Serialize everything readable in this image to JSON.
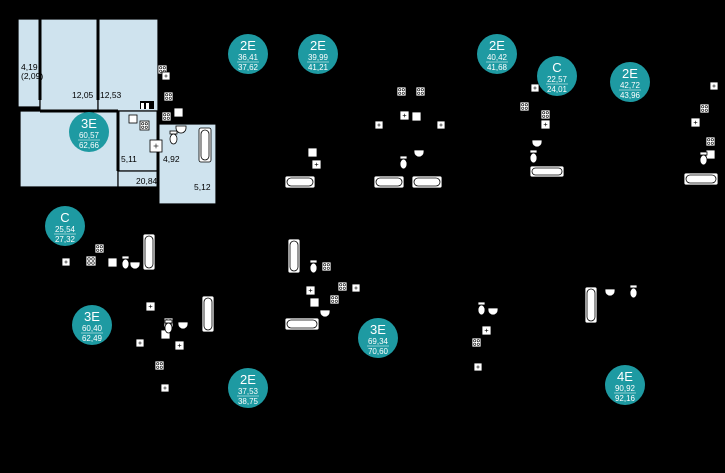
{
  "selected_unit": {
    "type": "3E",
    "area_living": "60,57",
    "area_total": "62,66",
    "rooms": [
      {
        "label": "4,19\n(2,09)"
      },
      {
        "label": "12,05"
      },
      {
        "label": "12,53"
      },
      {
        "label": "5,11"
      },
      {
        "label": "4,92"
      },
      {
        "label": "20,84"
      },
      {
        "label": "5,12"
      }
    ]
  },
  "units": [
    {
      "type": "2E",
      "a1": "36,41",
      "a2": "37,62"
    },
    {
      "type": "2E",
      "a1": "39,99",
      "a2": "41,21"
    },
    {
      "type": "2E",
      "a1": "40,42",
      "a2": "41,68"
    },
    {
      "type": "C",
      "a1": "22,57",
      "a2": "24,01"
    },
    {
      "type": "2E",
      "a1": "42,72",
      "a2": "43,96"
    },
    {
      "type": "C",
      "a1": "25,54",
      "a2": "27,32"
    },
    {
      "type": "3E",
      "a1": "60,40",
      "a2": "62,49"
    },
    {
      "type": "3E",
      "a1": "69,34",
      "a2": "70,60"
    },
    {
      "type": "2E",
      "a1": "37,53",
      "a2": "38,75"
    },
    {
      "type": "4E",
      "a1": "90,92",
      "a2": "92,16"
    }
  ],
  "colors": {
    "badge": "#1e9aa2",
    "room_fill": "#cfe3ee"
  }
}
